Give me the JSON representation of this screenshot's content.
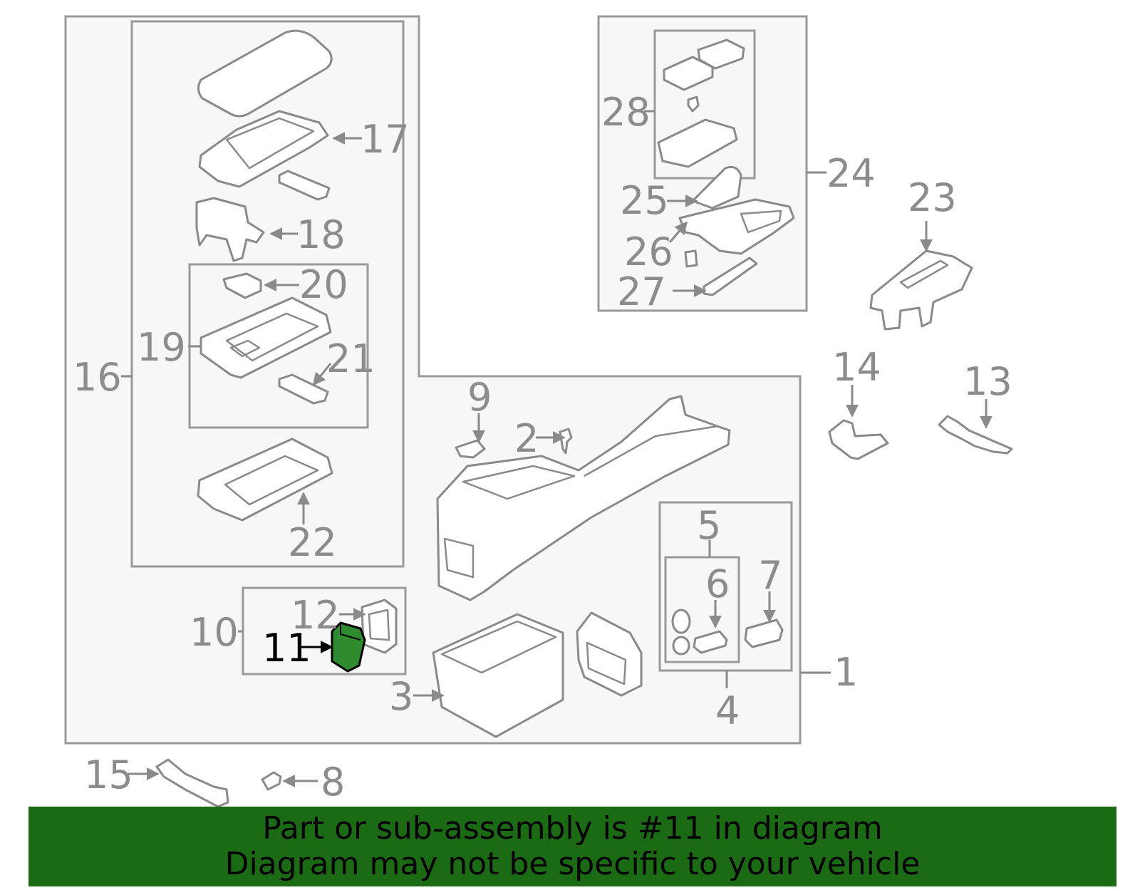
{
  "callouts": [
    "1",
    "2",
    "3",
    "4",
    "5",
    "6",
    "7",
    "8",
    "9",
    "10",
    "11",
    "12",
    "13",
    "14",
    "15",
    "16",
    "17",
    "18",
    "19",
    "20",
    "21",
    "22",
    "23",
    "24",
    "25",
    "26",
    "27",
    "28"
  ],
  "highlighted_part": "11",
  "colors": {
    "banner": "#1a6b14",
    "highlight_part": "#2e8b2e",
    "callout_gray": "#8c8c8c",
    "box_stroke": "#9a9a9a"
  },
  "banner": {
    "line1": "Part or sub-assembly is #11 in diagram",
    "line2": "Diagram may not be specific to your vehicle"
  }
}
